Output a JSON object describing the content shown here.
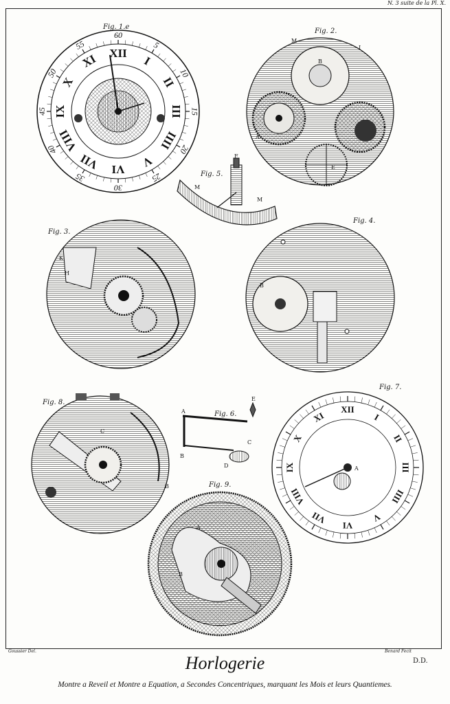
{
  "header": {
    "corner_note": "N. 3 suite de la Pl. X."
  },
  "figures": {
    "fig1": {
      "label": "Fig. 1.e"
    },
    "fig2": {
      "label": "Fig. 2."
    },
    "fig3": {
      "label": "Fig. 3."
    },
    "fig4": {
      "label": "Fig. 4."
    },
    "fig5": {
      "label": "Fig. 5."
    },
    "fig6": {
      "label": "Fig. 6."
    },
    "fig7": {
      "label": "Fig. 7."
    },
    "fig8": {
      "label": "Fig. 8."
    },
    "fig9": {
      "label": "Fig. 9."
    }
  },
  "dial1": {
    "roman_numerals": [
      "XII",
      "I",
      "II",
      "III",
      "IIII",
      "V",
      "VI",
      "VII",
      "VIII",
      "IX",
      "X",
      "XI"
    ],
    "minute_numbers": [
      "60",
      "5",
      "10",
      "15",
      "20",
      "25",
      "30",
      "35",
      "40",
      "45",
      "50",
      "55"
    ]
  },
  "letters": {
    "fig2": [
      "M",
      "B",
      "I",
      "A",
      "E"
    ],
    "fig3": [
      "K",
      "H"
    ],
    "fig4": [
      "B"
    ],
    "fig5": [
      "F",
      "M",
      "M"
    ],
    "fig6": [
      "A",
      "E",
      "B",
      "C",
      "D"
    ],
    "fig7": [
      "A"
    ],
    "fig8": [
      "B",
      "C"
    ],
    "fig9": [
      "A",
      "B"
    ]
  },
  "footer": {
    "left_credit": "Goussier Del.",
    "right_credit": "Benard Fecit",
    "plate_id": "D.D.",
    "title": "Horlogerie",
    "subtitle": "Montre a Reveil et Montre a Equation, a Secondes Concentriques, marquant les Mois et leurs Quantiemes."
  }
}
